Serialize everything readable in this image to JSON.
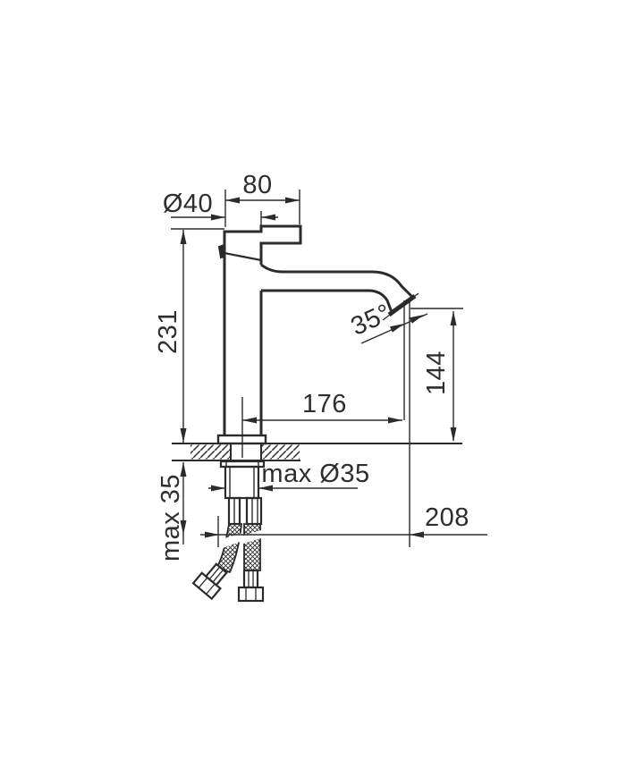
{
  "drawing": {
    "colors": {
      "line": "#2b2b2b",
      "background": "#ffffff"
    },
    "dimensions": {
      "handle_width": {
        "label": "80"
      },
      "body_diameter": {
        "label": "Ø40"
      },
      "total_height": {
        "label": "231"
      },
      "spout_angle": {
        "label": "35°"
      },
      "outlet_height": {
        "label": "144"
      },
      "spout_reach": {
        "label": "176"
      },
      "hole_diameter": {
        "label": "max Ø35"
      },
      "deck_thickness": {
        "label": "max 35"
      },
      "overall_depth": {
        "label": "208"
      }
    }
  }
}
